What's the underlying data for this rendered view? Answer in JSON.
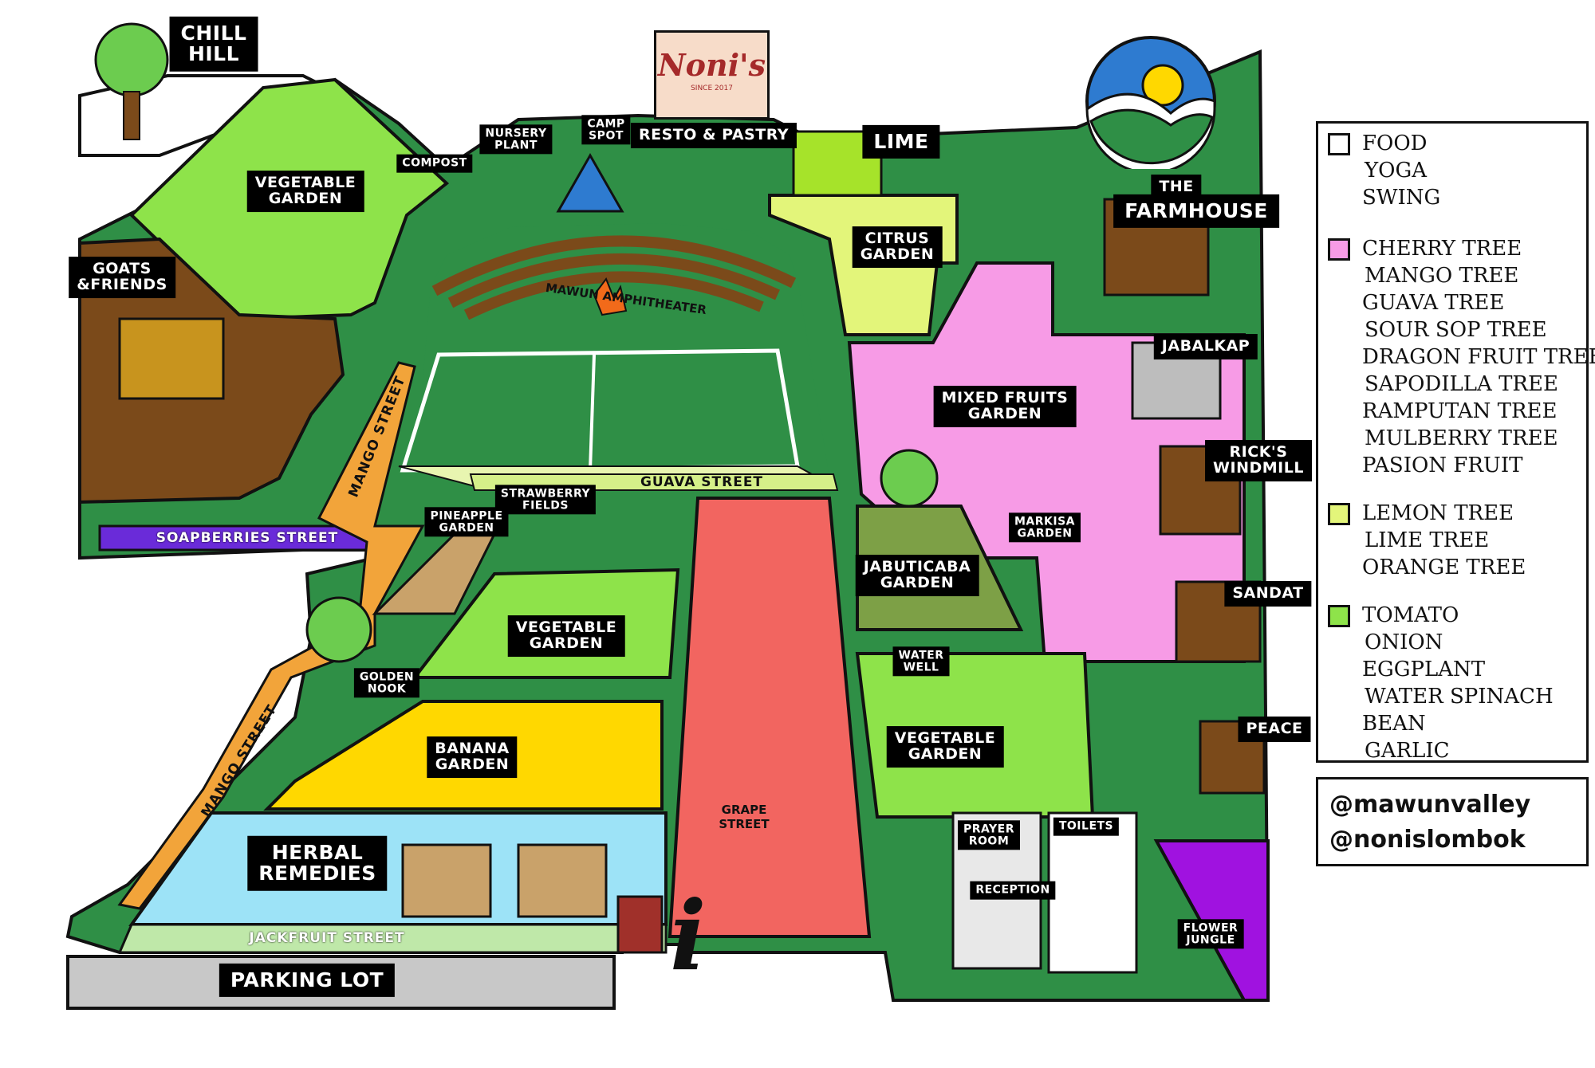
{
  "brand": {
    "name": "Noni's",
    "since": "SINCE 2017"
  },
  "zones": {
    "chill_hill": "CHILL\nHILL",
    "vegetable_garden_top": "VEGETABLE\nGARDEN",
    "compost": "COMPOST",
    "nursery_plant": "NURSERY\nPLANT",
    "camp_spot": "CAMP\nSPOT",
    "resto_pastry": "RESTO & PASTRY",
    "lime": "LIME",
    "the_farmhouse_1": "THE",
    "the_farmhouse_2": "FARMHOUSE",
    "goats_friends": "GOATS\n&FRIENDS",
    "amphitheater": "MAWUN AMPHITHEATER",
    "citrus_garden": "CITRUS\nGARDEN",
    "mixed_fruits_garden": "MIXED FRUITS\nGARDEN",
    "jabalkap": "JABALKAP",
    "ricks_windmill": "RICK'S\nWINDMILL",
    "strawberry_fields": "STRAWBERRY\nFIELDS",
    "pineapple_garden": "PINEAPPLE\nGARDEN",
    "vegetable_garden_mid": "VEGETABLE\nGARDEN",
    "jabuticaba_garden": "JABUTICABA\nGARDEN",
    "markisa_garden": "MARKISA\nGARDEN",
    "sandat": "SANDAT",
    "golden_nook": "GOLDEN\nNOOK",
    "banana_garden": "BANANA\nGARDEN",
    "water_well": "WATER\nWELL",
    "vegetable_garden_right": "VEGETABLE\nGARDEN",
    "peace": "PEACE",
    "herbal_remedies": "HERBAL\nREMEDIES",
    "grape_street": "GRAPE\nSTREET",
    "prayer_room": "PRAYER\nROOM",
    "toilets": "TOILETS",
    "reception": "RECEPTION",
    "flower_jungle": "FLOWER\nJUNGLE",
    "parking_lot": "PARKING LOT"
  },
  "streets": {
    "mango_street_top": "MANGO STREET",
    "mango_street_bottom": "MANGO STREET",
    "guava_street": "GUAVA STREET",
    "soapberries_street": "SOAPBERRIES STREET",
    "jackfruit_street": "JACKFRUIT STREET"
  },
  "legend": {
    "groups": [
      {
        "color": "#ffffff",
        "items": [
          "FOOD",
          "YOGA",
          "SWING"
        ]
      },
      {
        "color": "#f79be6",
        "items": [
          "CHERRY TREE",
          "MANGO TREE",
          "GUAVA TREE",
          "SOUR SOP TREE",
          "DRAGON FRUIT TREE",
          "SAPODILLA TREE",
          "RAMPUTAN TREE",
          "MULBERRY TREE",
          "PASION FRUIT"
        ]
      },
      {
        "color": "#e3f57a",
        "items": [
          "LEMON TREE",
          "LIME TREE",
          "ORANGE TREE"
        ]
      },
      {
        "color": "#8ee34a",
        "items": [
          "TOMATO",
          "ONION",
          "EGGPLANT",
          "WATER SPINACH",
          "BEAN",
          "GARLIC"
        ]
      }
    ]
  },
  "social": {
    "handle_1": "@mawunvalley",
    "handle_2": "@nonislombok"
  },
  "info": {
    "symbol": "i"
  },
  "colors": {
    "grass": "#2f8f46",
    "light_green": "#8ee34a",
    "pink": "#f79be6",
    "citrus": "#e3f57a",
    "red": "#f26560",
    "yellow": "#ffd800",
    "blue": "#9de3f7",
    "brown": "#7b4a1a",
    "orange_path": "#f2a43a",
    "purple": "#6a2bd9",
    "flower_purple": "#a012e0",
    "parking_grey": "#c8c8c8"
  }
}
